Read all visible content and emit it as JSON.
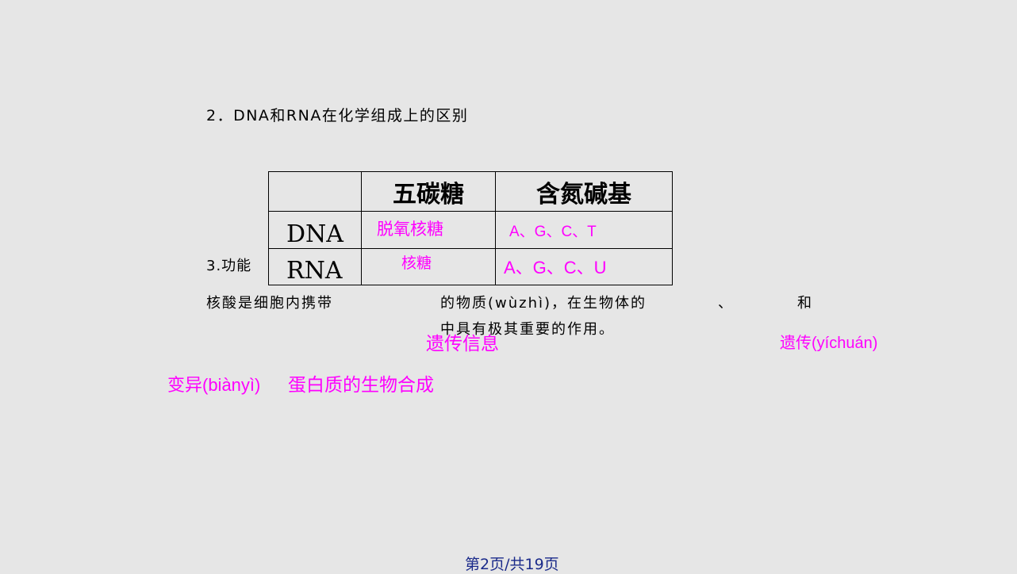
{
  "heading": "2．DNA和RNA在化学组成上的区别",
  "table": {
    "headers": [
      "",
      "五碳糖",
      "含氮碱基"
    ],
    "rows": [
      {
        "label": "DNA",
        "sugar": "脱氧核糖",
        "bases": "A、G、C、T"
      },
      {
        "label": "RNA",
        "sugar": "核糖",
        "bases": "A、G、C、U"
      }
    ]
  },
  "function_label": "3.功能",
  "body": {
    "line1_a": "核酸是细胞内携带",
    "line1_b": "的物质(wùzhì)，在生物体的",
    "dun": "、",
    "he": "和",
    "line2": "中具有极其重要的作用。"
  },
  "answers": {
    "info": "遗传信息",
    "heredity": "遗传(yíchuán)",
    "variation": "变异(biànyì)",
    "protein": "蛋白质的生物合成"
  },
  "page_number": "第2页/共19页",
  "colors": {
    "background": "#e6e6e6",
    "answer": "#ff00ff",
    "text": "#000000",
    "page_number": "#1a2a8a"
  }
}
